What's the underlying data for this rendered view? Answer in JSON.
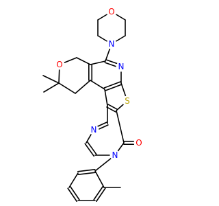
{
  "molecule": {
    "atom_labels": [
      {
        "id": "O-morpholine",
        "text": "O",
        "element": "O"
      },
      {
        "id": "N-morpholine",
        "text": "N",
        "element": "N"
      },
      {
        "id": "O-pyran",
        "text": "O",
        "element": "O"
      },
      {
        "id": "N-pyridine",
        "text": "N",
        "element": "N"
      },
      {
        "id": "S-thiophene",
        "text": "S",
        "element": "S"
      },
      {
        "id": "N-pyrimidine-1",
        "text": "N",
        "element": "N"
      },
      {
        "id": "N-pyrimidine-2",
        "text": "N",
        "element": "N"
      },
      {
        "id": "O-carbonyl",
        "text": "O",
        "element": "O"
      }
    ],
    "element_colors": {
      "C": "#000000",
      "N": "#0000ff",
      "O": "#ff0000",
      "S": "#b8a000"
    }
  }
}
